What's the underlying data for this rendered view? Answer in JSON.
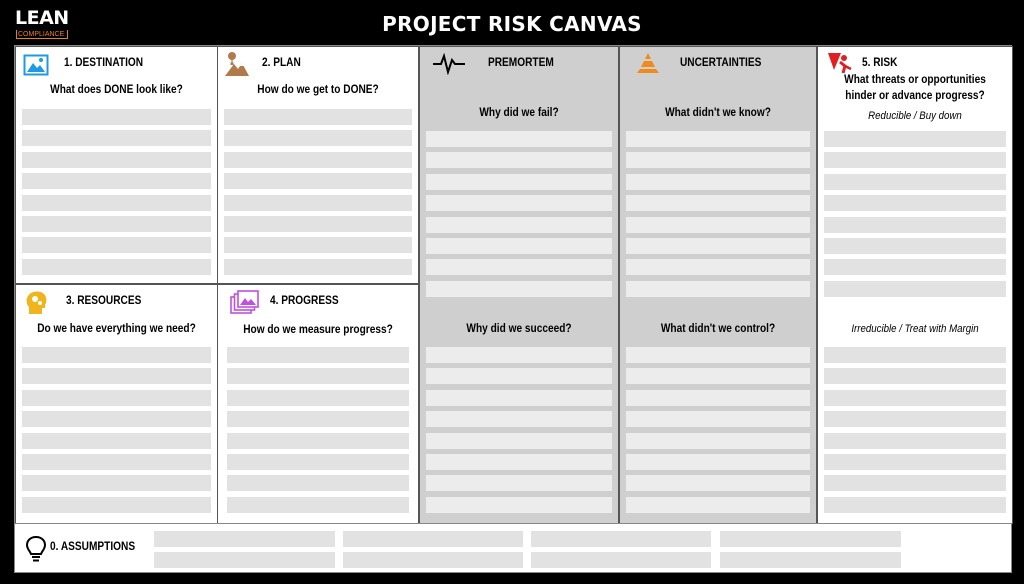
{
  "header": {
    "logo_word": "LEAN",
    "logo_sub": "COMPLIANCE",
    "title": "PROJECT RISK CANVAS"
  },
  "cells": {
    "destination": {
      "title": "1. DESTINATION",
      "question": "What does DONE look like?",
      "icon": "landscape-picture-icon"
    },
    "plan": {
      "title": "2. PLAN",
      "question": "How do we get to DONE?",
      "icon": "mountain-balloon-icon"
    },
    "premortem": {
      "title": "PREMORTEM",
      "question_fail": "Why did we fail?",
      "question_succeed": "Why did we succeed?",
      "icon": "heartbeat-icon"
    },
    "uncertainties": {
      "title": "UNCERTAINTIES",
      "question_know": "What didn't we know?",
      "question_control": "What didn't we control?",
      "icon": "pyramid-icon"
    },
    "risk": {
      "title": "5. RISK",
      "question_line1": "What threats or opportunities",
      "question_line2": "hinder or advance progress?",
      "reducible": "Reducible / Buy down",
      "irreducible": "Irreducible /  Treat with Margin",
      "icon": "risk-warning-icon"
    },
    "resources": {
      "title": "3. RESOURCES",
      "question": "Do we have everything we need?",
      "icon": "head-gears-icon"
    },
    "progress": {
      "title": "4. PROGRESS",
      "question": "How do we measure progress?",
      "icon": "pictures-stack-icon"
    },
    "assumptions": {
      "title": "0. ASSUMPTIONS",
      "icon": "lightbulb-icon"
    }
  },
  "colors": {
    "background": "#000000",
    "panel_grey": "#cfcfcf",
    "line_grey": "#e2e2e2",
    "destination_icon": "#1e9be0",
    "plan_icon": "#b07a4a",
    "uncertainty_icon": "#f08a1c",
    "risk_icon": "#e02020",
    "resources_icon": "#f0b41c",
    "progress_icon": "#c050e0"
  }
}
